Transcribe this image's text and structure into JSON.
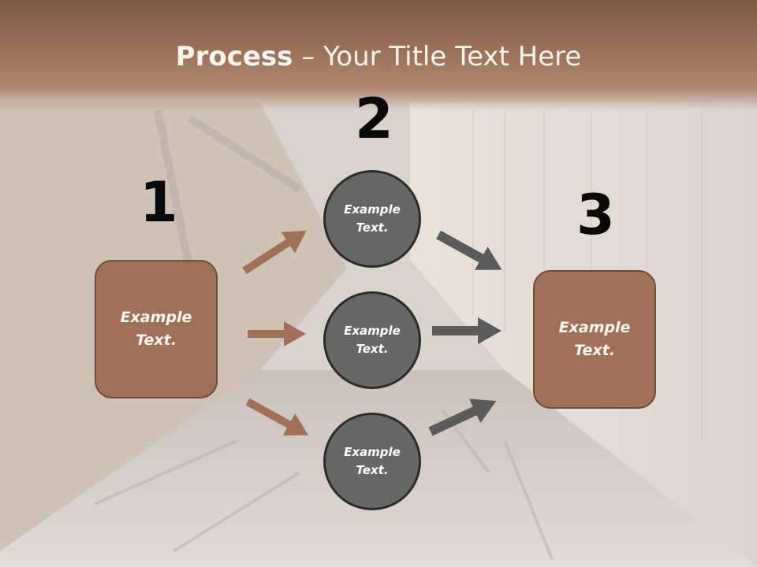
{
  "title": {
    "bold": "Process",
    "dash": " – ",
    "rest": "Your Title Text Here"
  },
  "steps": {
    "one": {
      "number": "1",
      "box_text": "Example\nText."
    },
    "two": {
      "number": "2",
      "circles": [
        "Example\nText.",
        "Example\nText.",
        "Example\nText."
      ]
    },
    "three": {
      "number": "3",
      "box_text": "Example\nText."
    }
  },
  "colors": {
    "box_fill": "#a27058",
    "circle_fill": "#666666",
    "arrow_left": "#a27058",
    "arrow_right": "#5b5b5b"
  }
}
